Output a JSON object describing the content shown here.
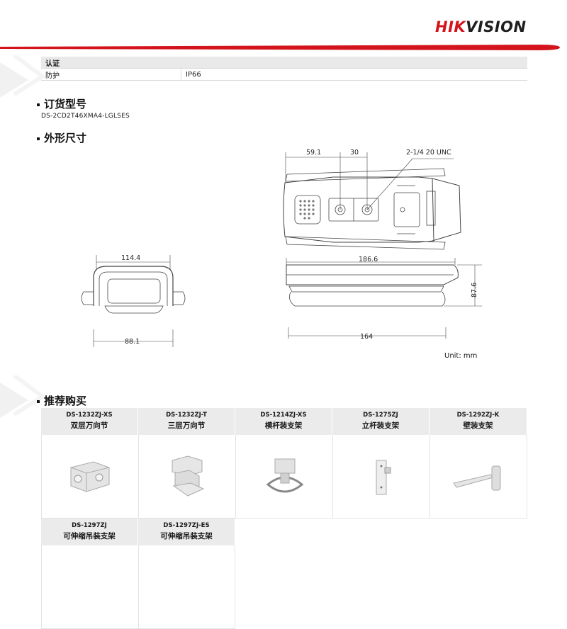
{
  "brand": {
    "hik": "HIK",
    "vision": "VISION",
    "accent": "#d4141c"
  },
  "spec_table": {
    "header": "认证",
    "rows": [
      {
        "label": "防护",
        "value": "IP66"
      }
    ]
  },
  "order_section": {
    "title": "订货型号",
    "model": "DS-2CD2T46XMA4-LGLSES"
  },
  "dimension_section": {
    "title": "外形尺寸",
    "labels": {
      "d59": "59.1",
      "d30": "30",
      "thread": "2-1/4 20 UNC",
      "w1144": "114.4",
      "w881": "88.1",
      "l1866": "186.6",
      "l164": "164",
      "h876": "87.6"
    },
    "unit": "Unit: mm"
  },
  "accessories_section": {
    "title": "推荐购买",
    "items": [
      {
        "code": "DS-1232ZJ-XS",
        "name": "双层万向节"
      },
      {
        "code": "DS-1232ZJ-T",
        "name": "三层万向节"
      },
      {
        "code": "DS-1214ZJ-XS",
        "name": "横杆装支架"
      },
      {
        "code": "DS-1275ZJ",
        "name": "立杆装支架"
      },
      {
        "code": "DS-1292ZJ-K",
        "name": "壁装支架"
      },
      {
        "code": "DS-1297ZJ",
        "name": "可伸缩吊装支架"
      },
      {
        "code": "DS-1297ZJ-ES",
        "name": "可伸缩吊装支架"
      }
    ]
  }
}
